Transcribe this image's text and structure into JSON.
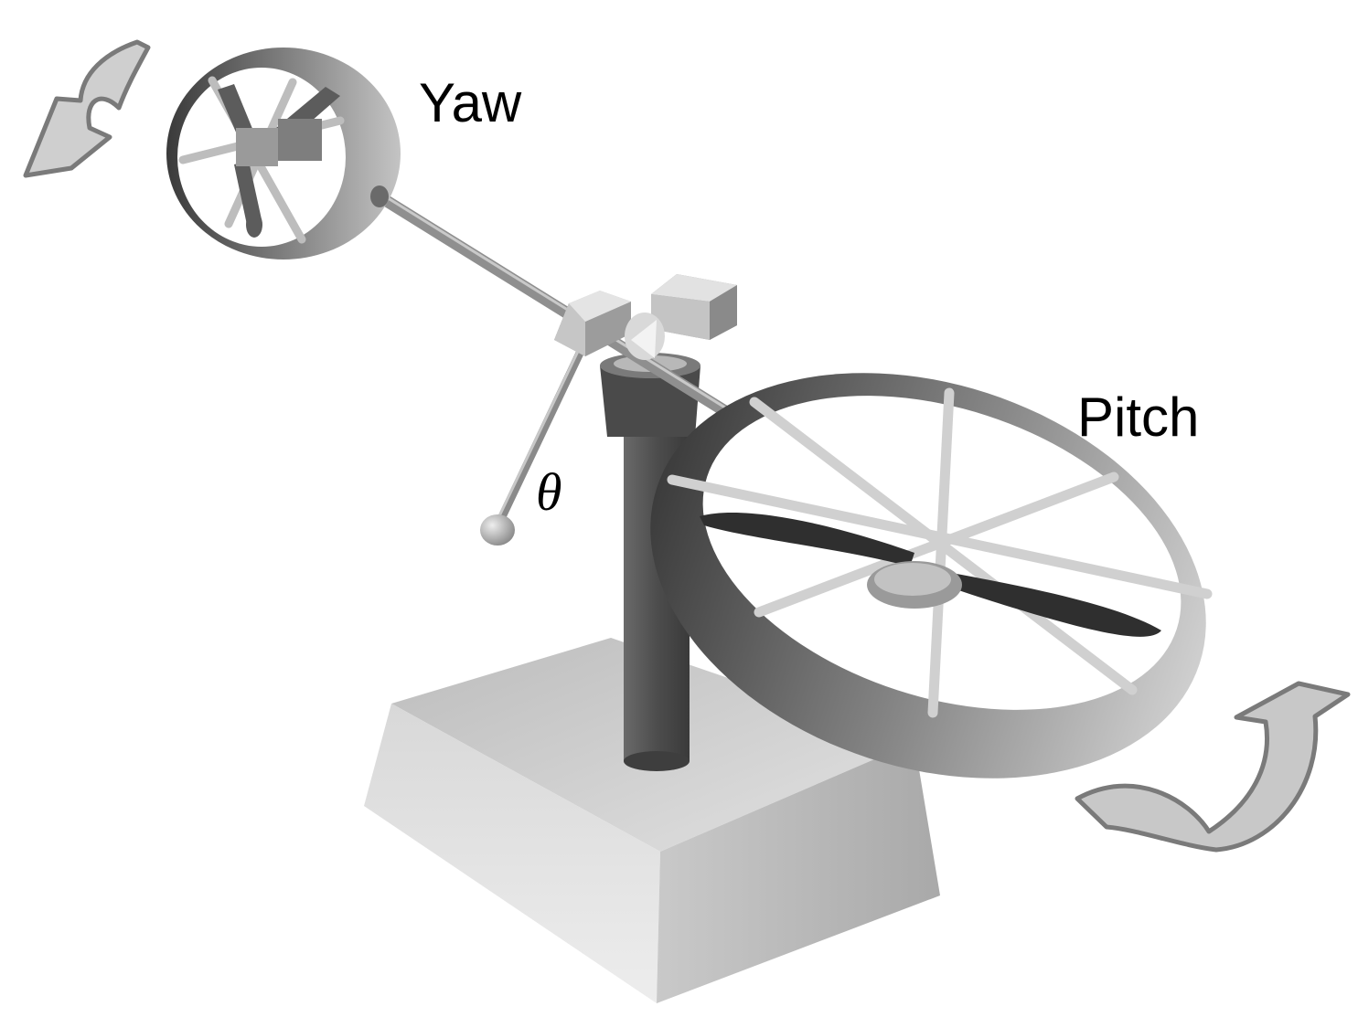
{
  "labels": {
    "yaw": "Yaw",
    "pitch": "Pitch",
    "theta": "θ"
  },
  "colors": {
    "background": "#ffffff",
    "base_top": "#cfcfcf",
    "base_front": "#e3e3e3",
    "base_side": "#b5b5b5",
    "post": "#555555",
    "ring_dark": "#4a4a4a",
    "ring_light": "#bdbdbd",
    "spoke": "#d0d0d0",
    "blade": "#2e2e2e",
    "arrow_fill": "#c8c8c8",
    "arrow_stroke": "#7a7a7a"
  }
}
